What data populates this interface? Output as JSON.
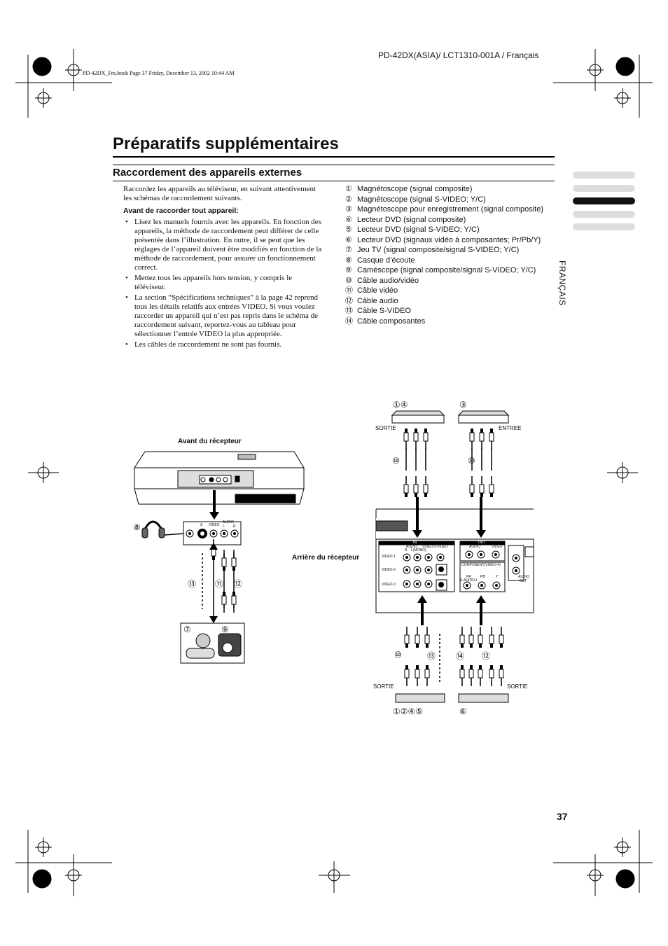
{
  "header": {
    "model_line": "PD-42DX(ASIA)/ LCT1310-001A / Français",
    "book_info": "PD-42DX_Fra.book  Page 37  Friday, December 13, 2002  10:44 AM"
  },
  "title": "Préparatifs supplémentaires",
  "section_title": "Raccordement des appareils externes",
  "intro": "Raccordez les appareils au téléviseur, en suivant attentivement les schémas de raccordement suivants.",
  "before_heading": "Avant de raccorder tout appareil:",
  "bullets": [
    "Lisez les manuels fournis avec les appareils. En fonction des appareils, la méthode de raccordement peut différer de celle présentée dans l’illustration. En outre, il se peut que les réglages de l’appareil doivent être modifiés en fonction de la méthode de raccordement, pour assurer un fonctionnement correct.",
    "Mettez tous les appareils hors tension, y compris le téléviseur.",
    "La section “Spécifications techniques” à la page 42 reprend tous les détails relatifs aux entrées VIDEO. Si vous voulez raccorder un appareil qui n’est pas repris dans le schéma de raccordement suivant, reportez-vous au tableau pour sélectionner l’entrée VIDEO la plus appropriée.",
    "Les câbles de raccordement ne sont pas fournis."
  ],
  "legend": [
    {
      "num": "①",
      "text": "Magnétoscope (signal composite)"
    },
    {
      "num": "②",
      "text": "Magnétoscope (signal S-VIDEO; Y/C)"
    },
    {
      "num": "③",
      "text": "Magnétoscope pour enregistrement (signal composite)"
    },
    {
      "num": "④",
      "text": "Lecteur DVD (signal composite)"
    },
    {
      "num": "⑤",
      "text": "Lecteur DVD (signal S-VIDEO; Y/C)"
    },
    {
      "num": "⑥",
      "text": "Lecteur DVD (signaux vidéo à composantes; Pr/Pb/Y)"
    },
    {
      "num": "⑦",
      "text": "Jeu TV (signal composite/signal S-VIDEO; Y/C)"
    },
    {
      "num": "⑧",
      "text": "Casque d’écoute"
    },
    {
      "num": "⑨",
      "text": "Caméscope (signal composite/signal S-VIDEO; Y/C)"
    },
    {
      "num": "⑩",
      "text": "Câble audio/vidéo"
    },
    {
      "num": "⑪",
      "text": "Câble vidéo"
    },
    {
      "num": "⑫",
      "text": "Câble audio"
    },
    {
      "num": "⑬",
      "text": "Câble S-VIDEO"
    },
    {
      "num": "⑭",
      "text": "Câble composantes"
    }
  ],
  "side_tab": "FRANÇAIS",
  "page_number": "37",
  "diagram": {
    "front_label": "Avant du récepteur",
    "rear_label": "Arrière du récepteur",
    "out_label_1": "SORTIE",
    "in_label": "ENTREE",
    "out_label_2": "SORTIE",
    "out_label_3": "SORTIE",
    "tag_14": "①④",
    "tag_3": "③",
    "tag_1245": "①②④⑤",
    "tag_6": "⑥",
    "tag_10a": "⑩",
    "tag_10b": "⑩",
    "tag_10c": "⑩",
    "tag_13b": "⑬",
    "tag_14b": "⑭",
    "tag_12b": "⑫",
    "tag_8": "⑧",
    "tag_13": "⑬",
    "tag_11": "⑪",
    "tag_12": "⑫",
    "tag_7": "⑦",
    "tag_9": "⑨",
    "panel": {
      "in": "IN",
      "out": "OUT",
      "audio": "AUDIO",
      "video": "VIDEO",
      "svideo": "S-VIDEO",
      "video1": "VIDEO-1",
      "video2": "VIDEO-2",
      "video3": "VIDEO-3",
      "component": "COMPONENT(VIDEO-4)",
      "audio_out": "AUDIO OUT",
      "s_audio_l": "S-AUDIO-L",
      "r": "R",
      "l": "L",
      "lmono": "L(MONO)",
      "pr": "PR",
      "pb": "PB",
      "y": "Y"
    },
    "front_panel": {
      "video": "VIDEO",
      "audio": "AUDIO",
      "s": "S",
      "l": "L",
      "r": "R"
    }
  }
}
